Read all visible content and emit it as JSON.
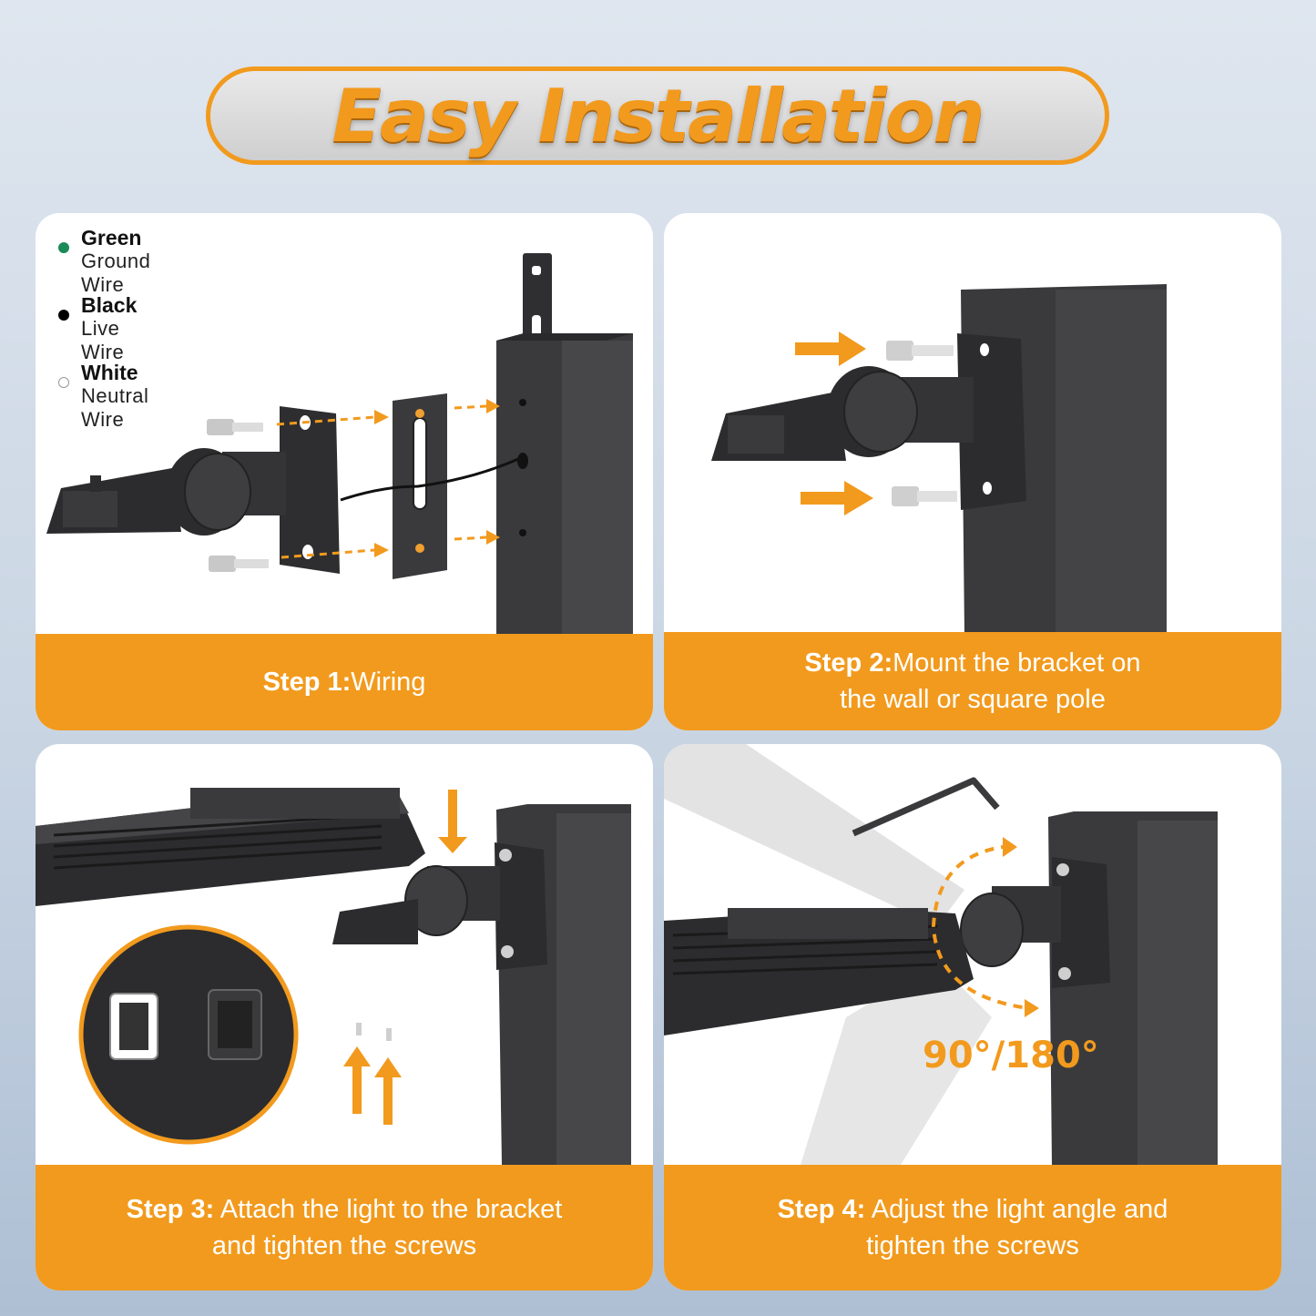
{
  "title": "Easy Installation",
  "colors": {
    "accent": "#f29a1d",
    "pole": "#3a3a3c",
    "card_bg": "#ffffff"
  },
  "legend": [
    {
      "name": "Green",
      "desc": "Ground Wire",
      "color": "#1a8a57"
    },
    {
      "name": "Black",
      "desc": "Live Wire",
      "color": "#000000"
    },
    {
      "name": "White",
      "desc": "Neutral Wire",
      "color": "#ffffff"
    }
  ],
  "steps": [
    {
      "label": "Step 1:",
      "line1": "Wiring",
      "line2": ""
    },
    {
      "label": "Step 2:",
      "line1": "Mount the bracket on",
      "line2": "the wall or square pole"
    },
    {
      "label": "Step 3:",
      "line1": " Attach the light to the bracket",
      "line2": "and tighten the screws"
    },
    {
      "label": "Step 4:",
      "line1": " Adjust the light angle and",
      "line2": "tighten the screws"
    }
  ],
  "angle_text": "90°/180°"
}
